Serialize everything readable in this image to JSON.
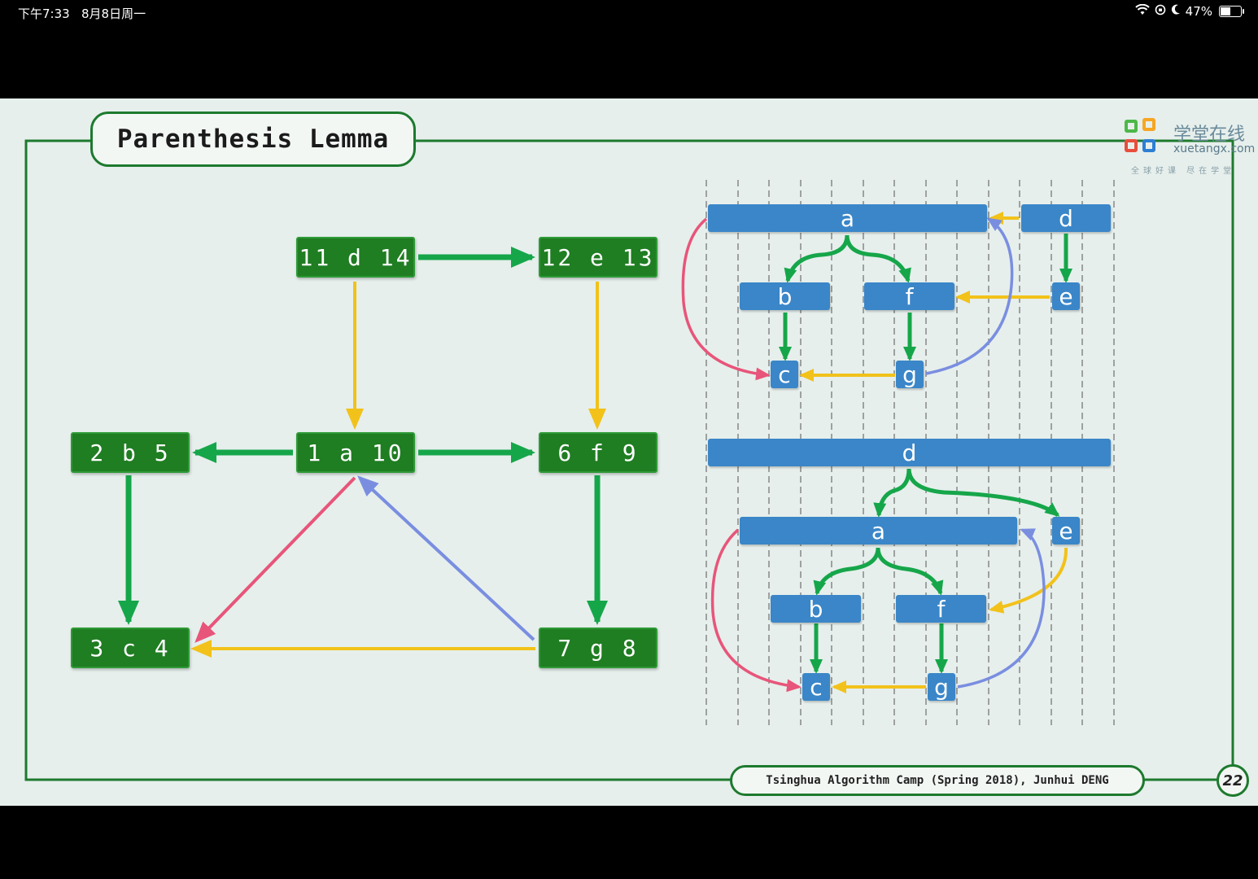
{
  "status": {
    "time": "下午7:33",
    "date": "8月8日周一",
    "battery": "47%",
    "battery_level": 0.47
  },
  "slide": {
    "title": "Parenthesis Lemma",
    "logo": {
      "cn": "学堂在线",
      "en": "xuetangx.com",
      "sub": "全球好课 尽在学堂"
    },
    "footer": "Tsinghua Algorithm Camp (Spring 2018), Junhui DENG",
    "page": "22"
  },
  "graph": {
    "nodes": {
      "d": "11 d 14",
      "e": "12 e 13",
      "a": "1 a 10",
      "b": "2 b 5",
      "f": "6 f 9",
      "c": "3 c 4",
      "g": "7 g 8"
    }
  },
  "trees": {
    "top": {
      "a": "a",
      "d": "d",
      "b": "b",
      "f": "f",
      "e": "e",
      "c": "c",
      "g": "g"
    },
    "bottom": {
      "d": "d",
      "a": "a",
      "e": "e",
      "b": "b",
      "f": "f",
      "c": "c",
      "g": "g"
    }
  },
  "colors": {
    "tree_edge": "#16a64a",
    "cross_edge": "#f2c21b",
    "back_edge": "#7a8ee0",
    "forward_edge": "#e8557a",
    "node": "#1f7d22",
    "interval": "#3a86c8"
  }
}
